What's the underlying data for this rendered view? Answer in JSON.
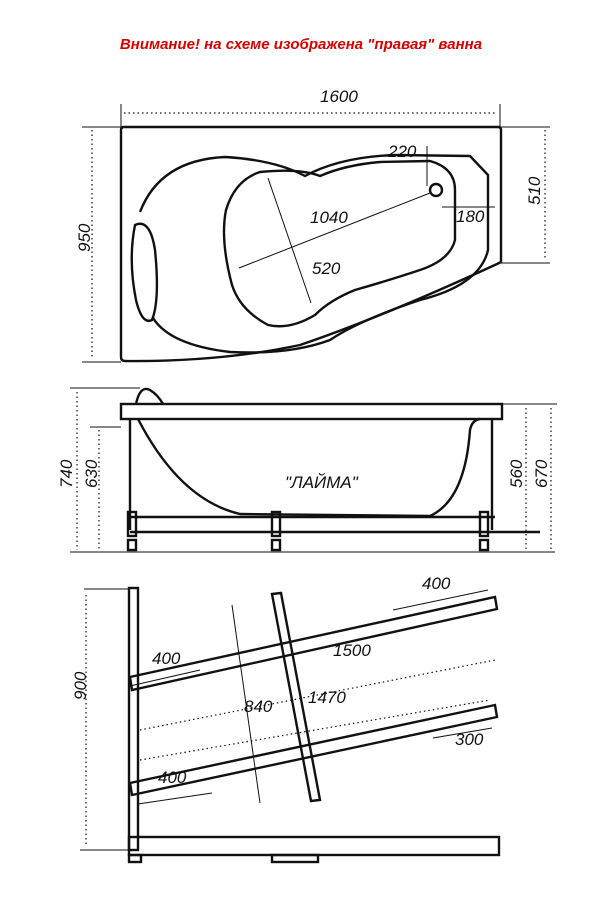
{
  "title": "Внимание! на схеме изображена \"правая\" ванна",
  "model_name": "\"ЛАЙМА\"",
  "top_view": {
    "length": "1600",
    "width": "950",
    "right_side": "510",
    "drain_from_top": "220",
    "drain_from_right": "180",
    "bowl_length": "1040",
    "bowl_width": "520"
  },
  "side_view": {
    "total_height_left": "740",
    "rim_height_left": "630",
    "rim_height_right_inner": "560",
    "total_height_right": "670"
  },
  "frame_view": {
    "frame_width": "900",
    "top_end_right": "400",
    "top_end_left": "400",
    "top_bar_length": "1500",
    "cross_bar_length": "840",
    "bottom_bar_length": "1470",
    "bottom_end_right": "300",
    "bottom_end_left": "400"
  },
  "colors": {
    "warning": "#d40000",
    "lines": "#111111"
  }
}
